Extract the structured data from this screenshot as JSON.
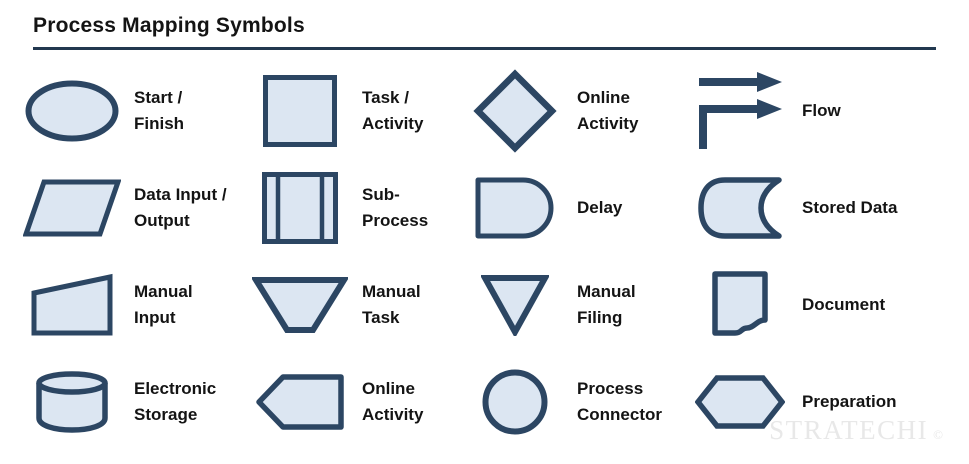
{
  "title": "Process Mapping Symbols",
  "colors": {
    "shape_fill": "#dce6f2",
    "shape_stroke": "#2c4663",
    "underline": "#22384f",
    "watermark": "#e8e8e8"
  },
  "watermark": {
    "text": "STRATECHI",
    "copyright": "©"
  },
  "cells": [
    {
      "name": "start-finish",
      "shape": "ellipse",
      "label": "Start /\nFinish"
    },
    {
      "name": "task-activity",
      "shape": "square",
      "label": "Task /\nActivity"
    },
    {
      "name": "online-activity",
      "shape": "diamond",
      "label": "Online\nActivity"
    },
    {
      "name": "flow",
      "shape": "arrows",
      "label": "Flow"
    },
    {
      "name": "data-input-output",
      "shape": "parallelogram",
      "label": "Data Input /\nOutput"
    },
    {
      "name": "sub-process",
      "shape": "framed-square",
      "label": "Sub-\nProcess"
    },
    {
      "name": "delay",
      "shape": "half-rounded-rect",
      "label": "Delay"
    },
    {
      "name": "stored-data",
      "shape": "stored-data-curve",
      "label": "Stored Data"
    },
    {
      "name": "manual-input",
      "shape": "sloped-quad",
      "label": "Manual\nInput"
    },
    {
      "name": "manual-task",
      "shape": "inverted-trapezoid",
      "label": "Manual\nTask"
    },
    {
      "name": "manual-filing",
      "shape": "inverted-triangle",
      "label": "Manual\nFiling"
    },
    {
      "name": "document",
      "shape": "wavy-bottom-rect",
      "label": "Document"
    },
    {
      "name": "electronic-storage",
      "shape": "cylinder",
      "label": "Electronic\nStorage"
    },
    {
      "name": "online-activity-alt",
      "shape": "left-point-pentagon",
      "label": "Online\nActivity"
    },
    {
      "name": "process-connector",
      "shape": "circle",
      "label": "Process\nConnector"
    },
    {
      "name": "preparation",
      "shape": "hexagon",
      "label": "Preparation"
    }
  ]
}
